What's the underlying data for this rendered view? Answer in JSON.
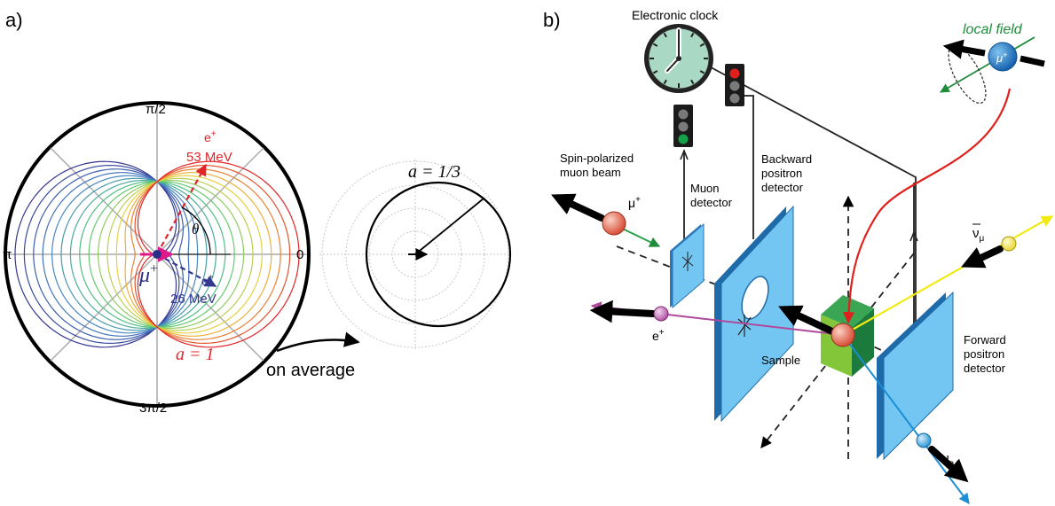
{
  "panel_a": {
    "label": "a)",
    "axis_labels": {
      "top": "π/2",
      "left": "π",
      "right": "0",
      "bottom": "3π/2"
    },
    "theta": "θ",
    "muon": "μ",
    "muon_charge": "+",
    "positron_high": {
      "symbol": "e",
      "charge": "+",
      "energy": "53 MeV"
    },
    "positron_low": {
      "symbol": "e",
      "charge": "+",
      "energy": "26 MeV"
    },
    "asymmetry_full": "a = 1",
    "average_label": "on average",
    "asymmetry_avg": "a = 1/3",
    "colors": {
      "high_energy": "#e0262a",
      "low_energy": "#34378f",
      "muon": "#e0188c"
    }
  },
  "panel_b": {
    "label": "b)",
    "clock": "Electronic clock",
    "local_field": "local field",
    "beam_label": [
      "Spin-polarized",
      "muon beam"
    ],
    "mu_plus": "μ",
    "mu_charge": "+",
    "muon_detector": [
      "Muon",
      "detector"
    ],
    "backward_detector": [
      "Backward",
      "positron",
      "detector"
    ],
    "forward_detector": [
      "Forward",
      "positron",
      "detector"
    ],
    "sample": "Sample",
    "e_plus": "e",
    "e_charge": "+",
    "nu_mu_bar": "ν",
    "nu_mu_sub": "μ",
    "nu_e": "ν",
    "nu_e_sub": "e",
    "colors": {
      "detector": "#6fc1f0",
      "sample": "#2e9a3c",
      "local_field": "#1e8c3a",
      "signal": "#e0201c"
    }
  }
}
